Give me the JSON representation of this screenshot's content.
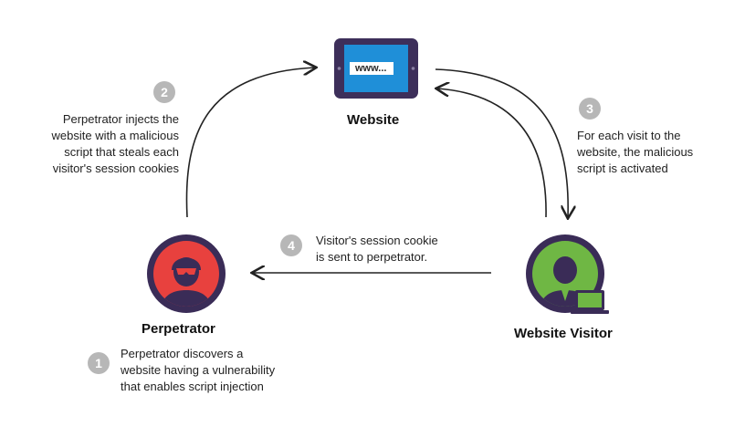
{
  "nodes": {
    "website": {
      "label": "Website",
      "screen_text": "www..."
    },
    "perpetrator": {
      "label": "Perpetrator"
    },
    "visitor": {
      "label": "Website Visitor"
    }
  },
  "steps": [
    {
      "num": "1",
      "text": [
        "Perpetrator discovers a",
        "website having a vulnerability",
        "that enables script injection"
      ]
    },
    {
      "num": "2",
      "text": [
        "Perpetrator injects the",
        "website with a malicious",
        "script that steals each",
        "visitor's session cookies"
      ]
    },
    {
      "num": "3",
      "text": [
        "For each visit to the",
        "website, the malicious",
        "script is activated"
      ]
    },
    {
      "num": "4",
      "text": [
        "Visitor's session cookie",
        "is sent to perpetrator."
      ]
    }
  ],
  "colors": {
    "tablet": "#3d2f5a",
    "screen": "#1f8fd8",
    "perpetrator": "#e8413e",
    "visitor": "#6fb744",
    "ring": "#3a2c57",
    "badge": "#b7b7b7",
    "arrow": "#222222"
  },
  "icons": {
    "website": "tablet-icon",
    "perpetrator": "hacker-icon",
    "visitor": "user-laptop-icon"
  }
}
